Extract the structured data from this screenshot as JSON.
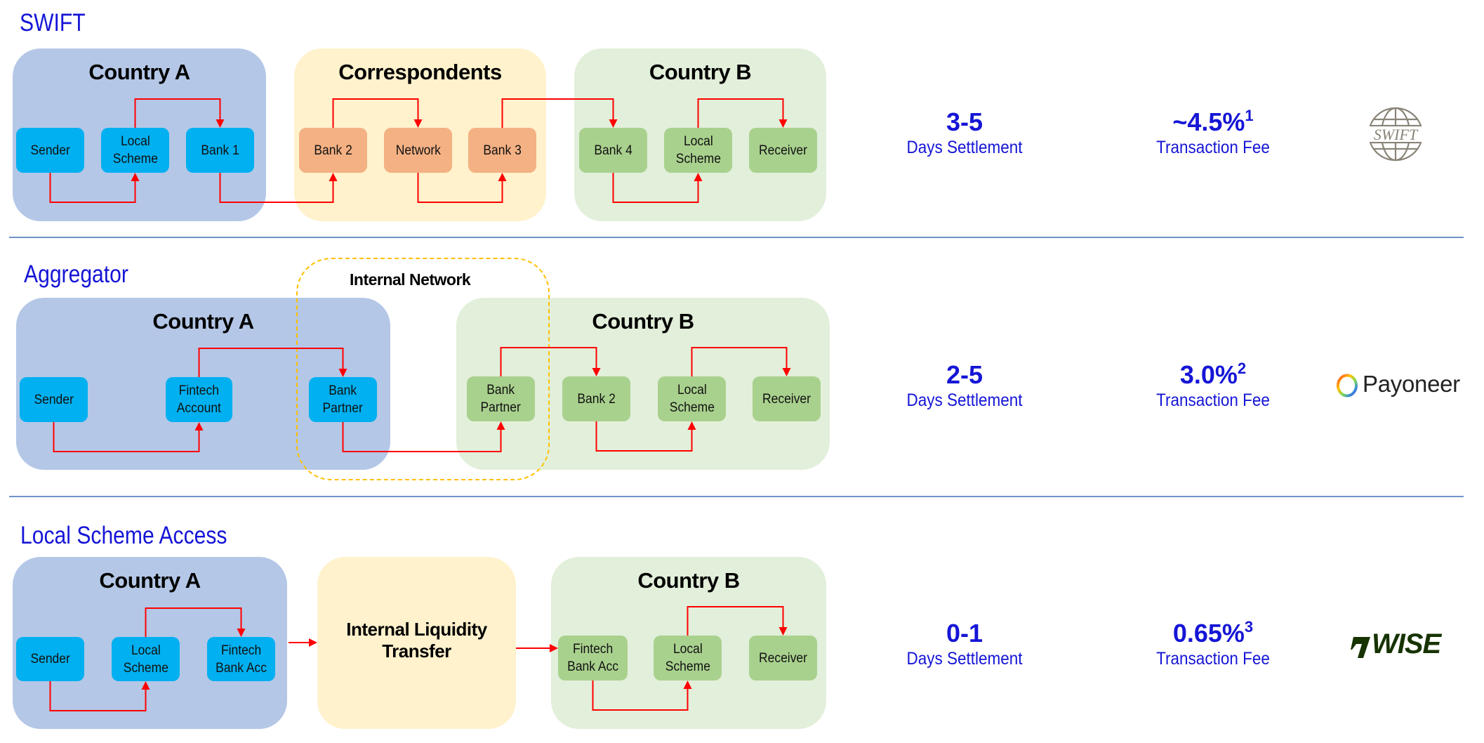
{
  "colors": {
    "title_blue": "#1515d6",
    "arrow_red": "#ff0000",
    "node_blue": "#00b0f0",
    "node_orange": "#f4b183",
    "node_green": "#a9d18e",
    "region_blue": "#b4c7e7",
    "region_yellow": "#fff2cc",
    "region_green": "#e2efda",
    "dashed_border": "#ffc000",
    "wise_green": "#163300"
  },
  "sections": {
    "swift": {
      "title": "SWIFT",
      "regions": {
        "country_a": "Country A",
        "correspondents": "Correspondents",
        "country_b": "Country B"
      },
      "nodes": {
        "sender": "Sender",
        "local_scheme_a": "Local\nScheme",
        "bank1": "Bank 1",
        "bank2": "Bank 2",
        "network": "Network",
        "bank3": "Bank 3",
        "bank4": "Bank 4",
        "local_scheme_b": "Local\nScheme",
        "receiver": "Receiver"
      },
      "stats": {
        "settlement_value": "3-5",
        "settlement_label": "Days Settlement",
        "fee_value": "~4.5%",
        "fee_footnote": "1",
        "fee_label": "Transaction Fee"
      },
      "logo": {
        "name": "swift-logo",
        "text": "SWIFT"
      }
    },
    "aggregator": {
      "title": "Aggregator",
      "internal_network_label": "Internal Network",
      "regions": {
        "country_a": "Country A",
        "country_b": "Country B"
      },
      "nodes": {
        "sender": "Sender",
        "fintech_account": "Fintech\nAccount",
        "bank_partner_a": "Bank\nPartner",
        "bank_partner_b": "Bank\nPartner",
        "bank2": "Bank 2",
        "local_scheme": "Local\nScheme",
        "receiver": "Receiver"
      },
      "stats": {
        "settlement_value": "2-5",
        "settlement_label": "Days Settlement",
        "fee_value": "3.0%",
        "fee_footnote": "2",
        "fee_label": "Transaction Fee"
      },
      "logo": {
        "name": "payoneer-logo",
        "text": "Payoneer"
      }
    },
    "local_scheme_access": {
      "title": "Local Scheme Access",
      "regions": {
        "country_a": "Country A",
        "liquidity": "Internal Liquidity\nTransfer",
        "country_b": "Country B"
      },
      "nodes": {
        "sender": "Sender",
        "local_scheme_a": "Local\nScheme",
        "fintech_bank_acc_a": "Fintech\nBank Acc",
        "fintech_bank_acc_b": "Fintech\nBank Acc",
        "local_scheme_b": "Local\nScheme",
        "receiver": "Receiver"
      },
      "stats": {
        "settlement_value": "0-1",
        "settlement_label": "Days Settlement",
        "fee_value": "0.65%",
        "fee_footnote": "3",
        "fee_label": "Transaction Fee"
      },
      "logo": {
        "name": "wise-logo",
        "text": "WISE"
      }
    }
  },
  "flows": [
    {
      "from": "s1-sender",
      "to": "s1-local-a",
      "route": "under"
    },
    {
      "from": "s1-local-a",
      "to": "s1-bank1",
      "route": "over"
    },
    {
      "from": "s1-bank1",
      "to": "s1-bank2",
      "route": "under"
    },
    {
      "from": "s1-bank2",
      "to": "s1-network",
      "route": "over"
    },
    {
      "from": "s1-network",
      "to": "s1-bank3",
      "route": "under"
    },
    {
      "from": "s1-bank3",
      "to": "s1-bank4",
      "route": "over"
    },
    {
      "from": "s1-bank4",
      "to": "s1-local-b",
      "route": "under"
    },
    {
      "from": "s1-local-b",
      "to": "s1-receiver",
      "route": "over"
    },
    {
      "from": "s2-sender",
      "to": "s2-fintech",
      "route": "under"
    },
    {
      "from": "s2-fintech",
      "to": "s2-bp-a",
      "route": "over"
    },
    {
      "from": "s2-bp-a",
      "to": "s2-bp-b",
      "route": "under"
    },
    {
      "from": "s2-bp-b",
      "to": "s2-bank2",
      "route": "over"
    },
    {
      "from": "s2-bank2",
      "to": "s2-local",
      "route": "under"
    },
    {
      "from": "s2-local",
      "to": "s2-receiver",
      "route": "over"
    },
    {
      "from": "s3-sender",
      "to": "s3-local-a",
      "route": "under"
    },
    {
      "from": "s3-local-a",
      "to": "s3-fba-a",
      "route": "over"
    },
    {
      "from": "s3-region-a",
      "to": "s3-ilt",
      "route": "straight"
    },
    {
      "from": "s3-ilt",
      "to": "s3-fba-b",
      "route": "straight"
    },
    {
      "from": "s3-fba-b",
      "to": "s3-local-b",
      "route": "under"
    },
    {
      "from": "s3-local-b",
      "to": "s3-receiver",
      "route": "over"
    }
  ]
}
